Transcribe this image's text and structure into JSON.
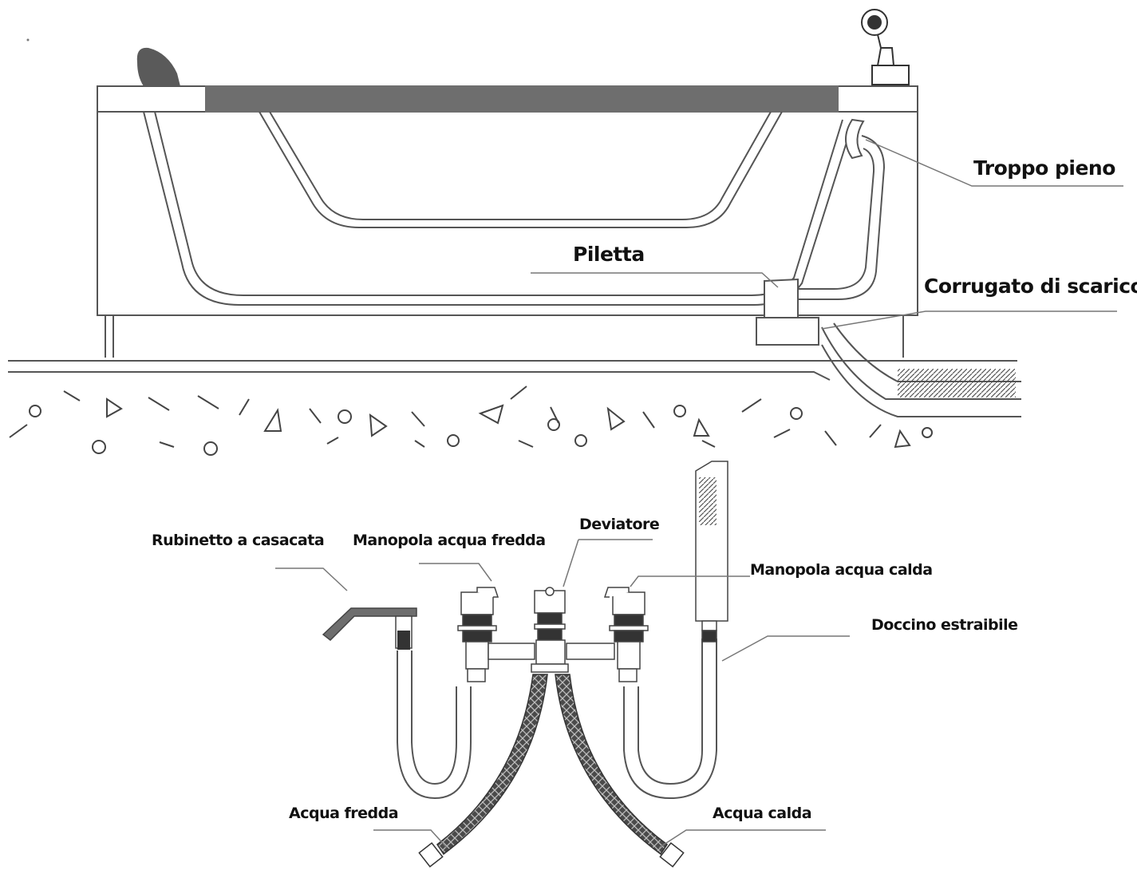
{
  "labels": {
    "troppo_pieno": "Troppo pieno",
    "piletta": "Piletta",
    "corrugato": "Corrugato di scarico",
    "rubinetto": "Rubinetto a casacata",
    "manopola_fredda": "Manopola acqua fredda",
    "deviatore": "Deviatore",
    "manopola_calda": "Manopola acqua calda",
    "doccino": "Doccino estraibile",
    "acqua_fredda": "Acqua fredda",
    "acqua_calda": "Acqua calda"
  },
  "colors": {
    "line": "#555555",
    "rim_panel": "#6e6e6e",
    "headrest": "#5a5a5a",
    "hose_dark": "#444444"
  }
}
